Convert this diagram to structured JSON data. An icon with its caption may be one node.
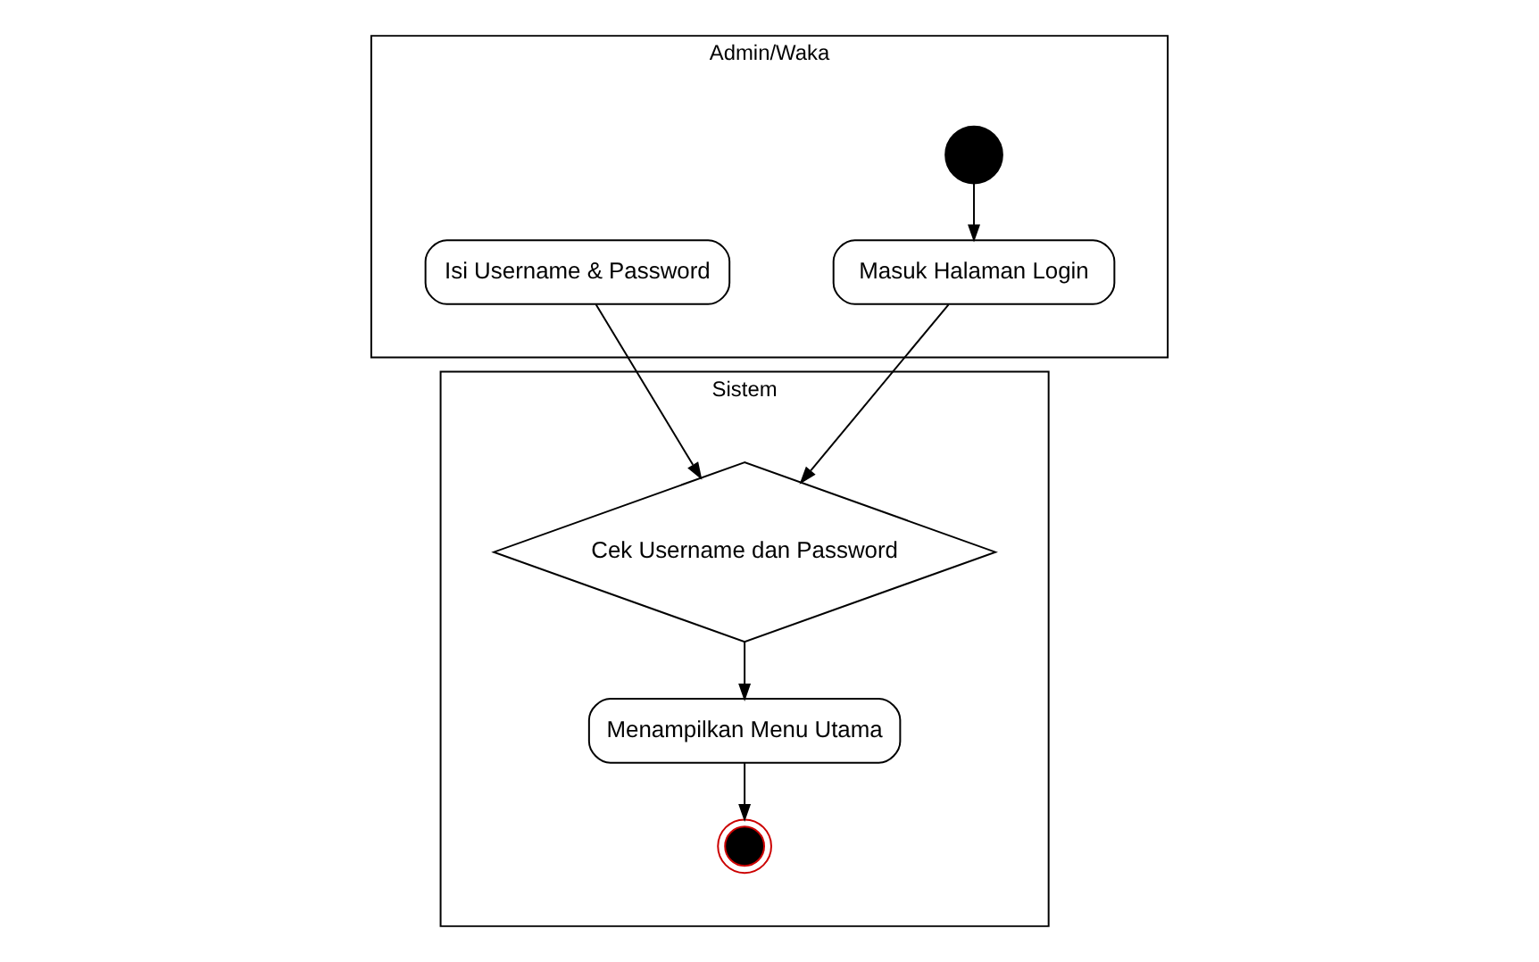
{
  "diagram": {
    "nodes": [
      {
        "text": [
          "Admin/Waka"
        ]
      },
      {
        "text": [
          "Sistem"
        ]
      },
      {
        "text": [],
        "shape": "circle",
        "in": 0
      },
      {
        "text": [
          "Masuk Halaman Login"
        ],
        "in": 0
      },
      {
        "text": [
          "Isi Username & Password"
        ],
        "in": 0
      },
      {
        "text": [
          "Cek Username dan Password"
        ],
        "in": 1
      },
      {
        "text": [
          "Menampilkan Menu Utama"
        ],
        "in": 1
      },
      {
        "text": [],
        "shape": "circle",
        "in": 1
      }
    ],
    "edges": [
      {
        "from": 2,
        "to": 3,
        "arrow": "to"
      },
      {
        "from": 3,
        "to": 5,
        "arrow": "to"
      },
      {
        "from": 4,
        "to": 5,
        "arrow": "to"
      },
      {
        "from": 5,
        "to": 6,
        "arrow": "to"
      },
      {
        "from": 6,
        "to": 7,
        "arrow": "to"
      }
    ]
  }
}
